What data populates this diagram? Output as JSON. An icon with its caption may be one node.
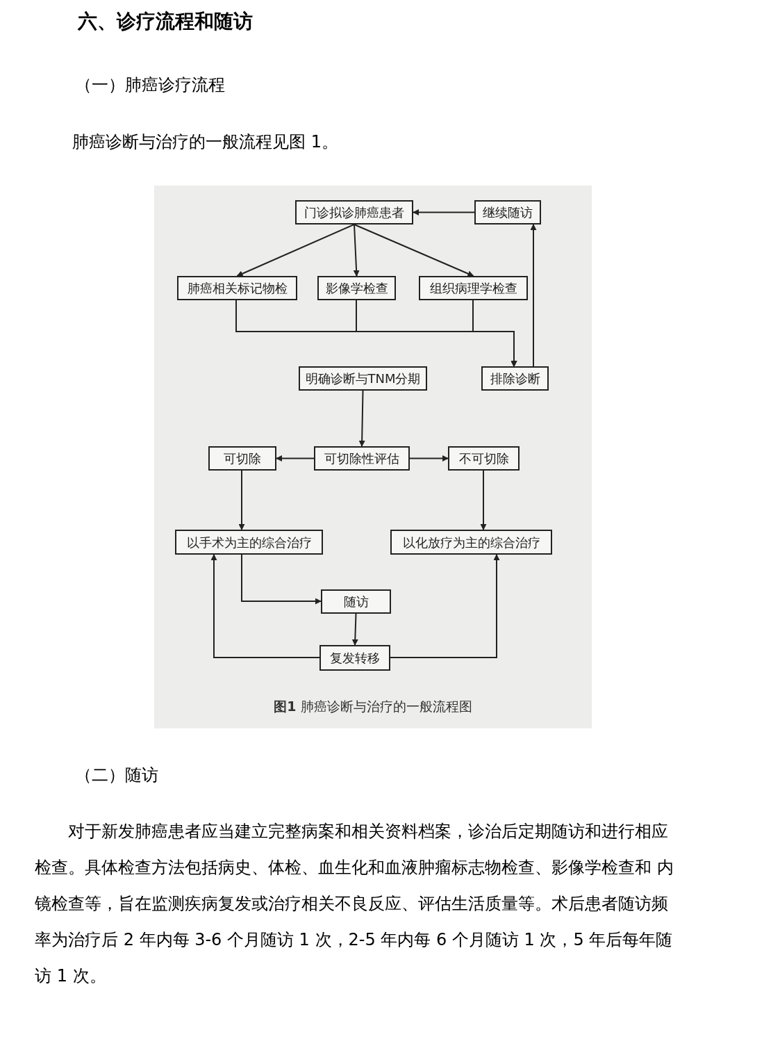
{
  "diagram": {
    "title": "六、诊疗流程和随访",
    "caption": "**图1** 肺癌诊断与治疗的一般流程图",
    "nodes": [
      {
        "text": [
          "门诊拟诊肺癌患者"
        ]
      },
      {
        "text": [
          "继续随访"
        ]
      },
      {
        "text": [
          "肺癌相关标记物检"
        ]
      },
      {
        "text": [
          "影像学检查"
        ]
      },
      {
        "text": [
          "组织病理学检查"
        ]
      },
      {
        "text": [
          "明确诊断与TNM分期"
        ]
      },
      {
        "text": [
          "排除诊断"
        ]
      },
      {
        "text": [
          "可切除"
        ]
      },
      {
        "text": [
          "可切除性评估"
        ]
      },
      {
        "text": [
          "不可切除"
        ]
      },
      {
        "text": [
          "以手术为主的综合治疗"
        ]
      },
      {
        "text": [
          "以化放疗为主的综合治疗"
        ]
      },
      {
        "text": [
          "随访"
        ]
      },
      {
        "text": [
          "复发转移"
        ]
      }
    ],
    "edges": [
      {
        "from": 1,
        "to": 0,
        "arrow": "to"
      },
      {
        "from": 0,
        "to": 2,
        "arrow": "to"
      },
      {
        "from": 0,
        "to": 3,
        "arrow": "to"
      },
      {
        "from": 0,
        "to": 4,
        "arrow": "to"
      },
      {
        "from": 2,
        "to": 6,
        "arrow": "to"
      },
      {
        "from": 3,
        "to": 6,
        "arrow": "to"
      },
      {
        "from": 4,
        "to": 6,
        "arrow": "to"
      },
      {
        "from": 6,
        "to": 1,
        "arrow": "to"
      },
      {
        "from": 5,
        "to": 8,
        "arrow": "to"
      },
      {
        "from": 8,
        "to": 7,
        "arrow": "to"
      },
      {
        "from": 8,
        "to": 9,
        "arrow": "to"
      },
      {
        "from": 7,
        "to": 10,
        "arrow": "to"
      },
      {
        "from": 9,
        "to": 11,
        "arrow": "to"
      },
      {
        "from": 10,
        "to": 12,
        "arrow": "to"
      },
      {
        "from": 12,
        "to": 13,
        "arrow": "to"
      },
      {
        "from": 13,
        "to": 10,
        "arrow": "to"
      },
      {
        "from": 13,
        "to": 11,
        "arrow": "to"
      }
    ],
    "labels": [
      "（一）肺癌诊疗流程",
      "肺癌诊断与治疗的一般流程见图 1。",
      "（二）随访",
      "对于新发肺癌患者应当建立完整病案和相关资料档案，诊治后定期随访和进行相应检查。具体检查方法包括病史、体检、血生化和血液肿瘤标志物检查、影像学检查和 内镜检查等，旨在监测疾病复发或治疗相关不良反应、评估生活质量等。术后患者随访频率为治疗后 2 年内每 3-6 个月随访 1 次，2-5 年内每 6 个月随访 1 次，5 年后每年随访 1 次。"
    ]
  }
}
